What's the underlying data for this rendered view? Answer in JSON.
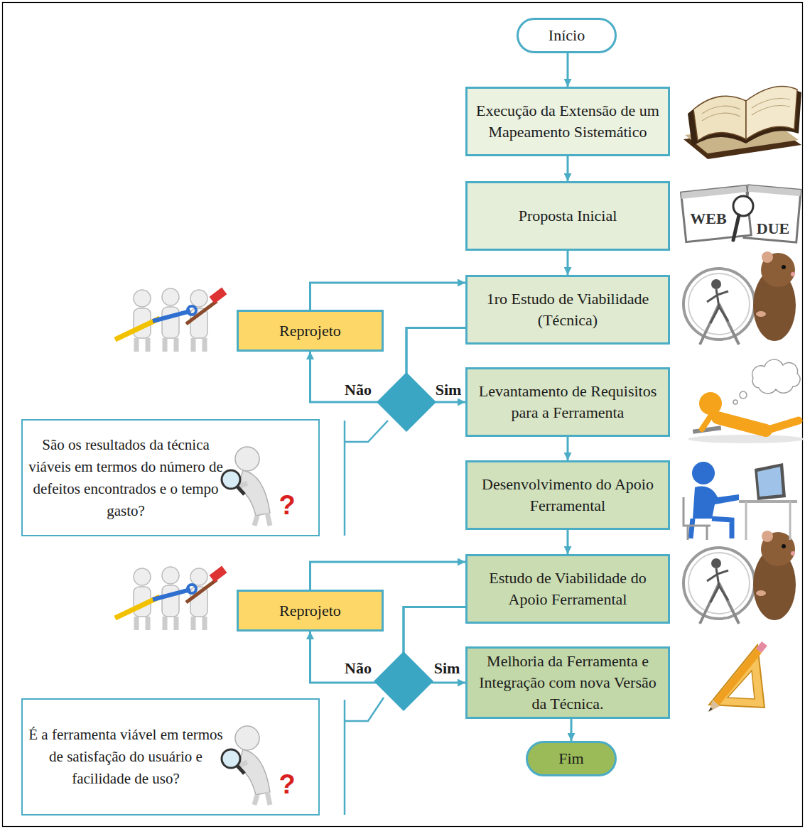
{
  "diagram": {
    "nodes": [
      {
        "text": [
          "Início"
        ]
      },
      {
        "text": [
          "Execução da Extensão de um Mapeamento Sistemático"
        ]
      },
      {
        "text": [
          "Proposta Inicial"
        ]
      },
      {
        "text": [
          "1ro Estudo de Viabilidade (Técnica)"
        ]
      },
      {
        "text": [
          "Reprojeto"
        ]
      },
      {
        "text": [
          "Levantamento de Requisitos para a Ferramenta"
        ]
      },
      {
        "text": [
          "São os resultados da técnica viáveis em termos do número de defeitos encontrados e o tempo gasto?"
        ]
      },
      {
        "text": [
          "Desenvolvimento do Apoio Ferramental"
        ]
      },
      {
        "text": [
          "Estudo de Viabilidade do Apoio Ferramental"
        ]
      },
      {
        "text": [
          "Reprojeto"
        ]
      },
      {
        "text": [
          "Melhoria da Ferramenta e Integração com nova Versão da Técnica."
        ]
      },
      {
        "text": [
          "É a ferramenta viável em termos de satisfação do usuário e facilidade de uso?"
        ]
      },
      {
        "text": [
          "Fim"
        ]
      }
    ],
    "edges": [
      {
        "from": 0,
        "to": 1,
        "arrow": "to"
      },
      {
        "from": 1,
        "to": 2,
        "arrow": "to"
      },
      {
        "from": 2,
        "to": 3,
        "arrow": "to"
      },
      {
        "from": 3,
        "to": 5,
        "label": "Sim",
        "arrow": "to"
      },
      {
        "from": 3,
        "to": 4,
        "label": "Não",
        "arrow": "to"
      },
      {
        "from": 4,
        "to": 3,
        "arrow": "to"
      },
      {
        "from": 5,
        "to": 7,
        "arrow": "to"
      },
      {
        "from": 7,
        "to": 8,
        "arrow": "to"
      },
      {
        "from": 8,
        "to": 10,
        "label": "Sim",
        "arrow": "to"
      },
      {
        "from": 8,
        "to": 9,
        "label": "Não",
        "arrow": "to"
      },
      {
        "from": 9,
        "to": 8,
        "arrow": "to"
      },
      {
        "from": 10,
        "to": 12,
        "arrow": "to"
      }
    ],
    "labels": [
      "WEB",
      "DUE",
      "?",
      "?"
    ]
  }
}
